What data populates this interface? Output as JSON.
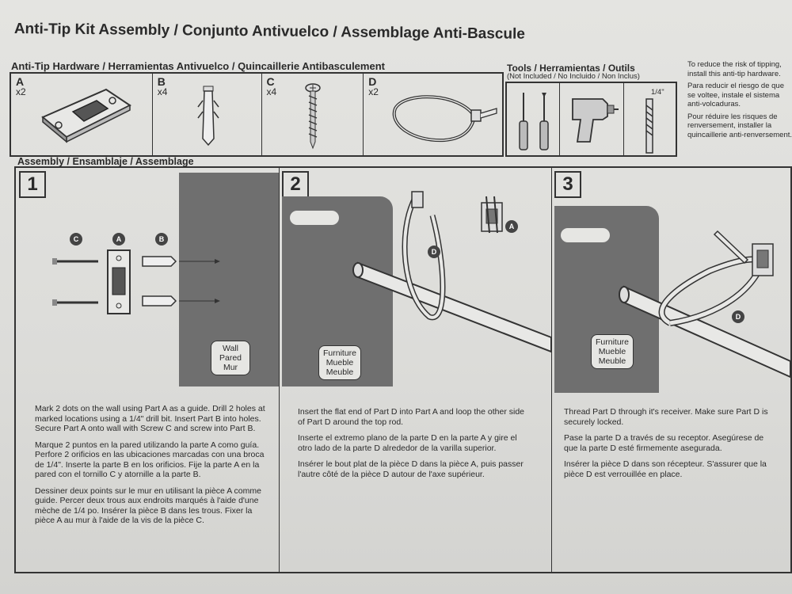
{
  "title": "Anti-Tip Kit Assembly / Conjunto Antivuelco / Assemblage Anti-Bascule",
  "hardware": {
    "label": "Anti-Tip Hardware / Herramientas Antivuelco / Quincaillerie Antibasculement",
    "parts": [
      {
        "letter": "A",
        "qty": "x2",
        "icon": "bracket-icon"
      },
      {
        "letter": "B",
        "qty": "x4",
        "icon": "wall-anchor-icon"
      },
      {
        "letter": "C",
        "qty": "x4",
        "icon": "screw-icon"
      },
      {
        "letter": "D",
        "qty": "x2",
        "icon": "cable-tie-icon"
      }
    ]
  },
  "tools": {
    "label": "Tools / Herramientas / Outils",
    "sub": "(Not Included / No Incluido / Non Inclus)",
    "drill_bit_size": "1/4\"",
    "icons": [
      "screwdrivers-icon",
      "drill-icon",
      "drill-bit-icon"
    ]
  },
  "side_note": {
    "en": "To reduce the risk of tipping, install this anti-tip hardware.",
    "es": "Para reducir el riesgo de que se voltee, instale el sistema anti-volcaduras.",
    "fr": "Pour réduire les risques de renversement, installer la quincaillerie anti-renversement."
  },
  "assembly": {
    "label": "Assembly / Ensamblaje / Assemblage",
    "steps": [
      {
        "number": "1",
        "label_lines": [
          "Wall",
          "Pared",
          "Mur"
        ],
        "callouts": [
          "C",
          "A",
          "B"
        ],
        "en": "Mark 2 dots on the wall using Part A as a guide. Drill 2 holes at marked locations using a 1/4\" drill bit. Insert Part B into holes. Secure Part A onto wall with Screw C and screw into Part B.",
        "es": "Marque 2 puntos en la pared utilizando la parte A como guía. Perfore 2 orificios en las ubicaciones marcadas con una broca de 1/4\". Inserte la parte B en los orificios. Fije la parte A en la pared con el tornillo C y atornille a la parte B.",
        "fr": "Dessiner deux points sur le mur en utilisant la pièce A comme guide. Percer deux trous aux endroits marqués à l'aide d'une mèche de 1/4 po. Insérer la pièce B dans les trous. Fixer la pièce A au mur à l'aide de la vis de la pièce C."
      },
      {
        "number": "2",
        "label_lines": [
          "Furniture",
          "Mueble",
          "Meuble"
        ],
        "callouts": [
          "D",
          "A"
        ],
        "en": "Insert the flat end of Part D into Part A and loop the other side of Part D around the top rod.",
        "es": "Inserte el extremo plano de la parte D en la parte A y gire el otro lado de la parte D alrededor de la varilla superior.",
        "fr": "Insérer le bout plat de la pièce D dans la pièce A, puis passer l'autre côté de la pièce D autour de l'axe supérieur."
      },
      {
        "number": "3",
        "label_lines": [
          "Furniture",
          "Mueble",
          "Meuble"
        ],
        "callouts": [
          "D"
        ],
        "en": "Thread Part D through it's receiver. Make sure Part D is securely locked.",
        "es": "Pase la parte D a través de su receptor. Asegúrese de que la parte D esté firmemente asegurada.",
        "fr": "Insérer la pièce D dans son récepteur. S'assurer que la pièce D est verrouillée en place."
      }
    ]
  },
  "colors": {
    "wall_gray": "#6f6f6f",
    "paper": "#dedede",
    "ink": "#2a2a2a"
  }
}
